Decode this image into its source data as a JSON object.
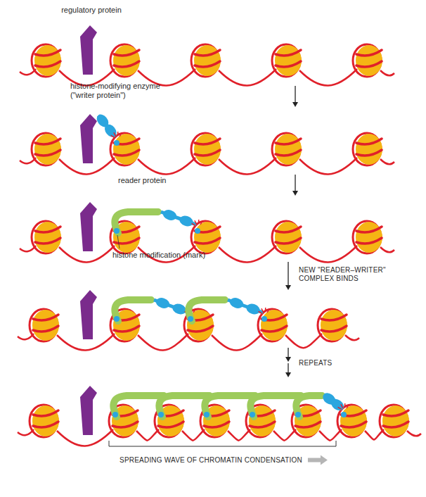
{
  "diagram": {
    "labels": [
      "regulatory protein",
      "histone-modifying enzyme (\"writer protein\")",
      "reader protein",
      "histone modification (mark)",
      "NEW \"READER–WRITER\" COMPLEX BINDS",
      "REPEATS",
      "SPREADING WAVE OF CHROMATIN CONDENSATION"
    ]
  }
}
